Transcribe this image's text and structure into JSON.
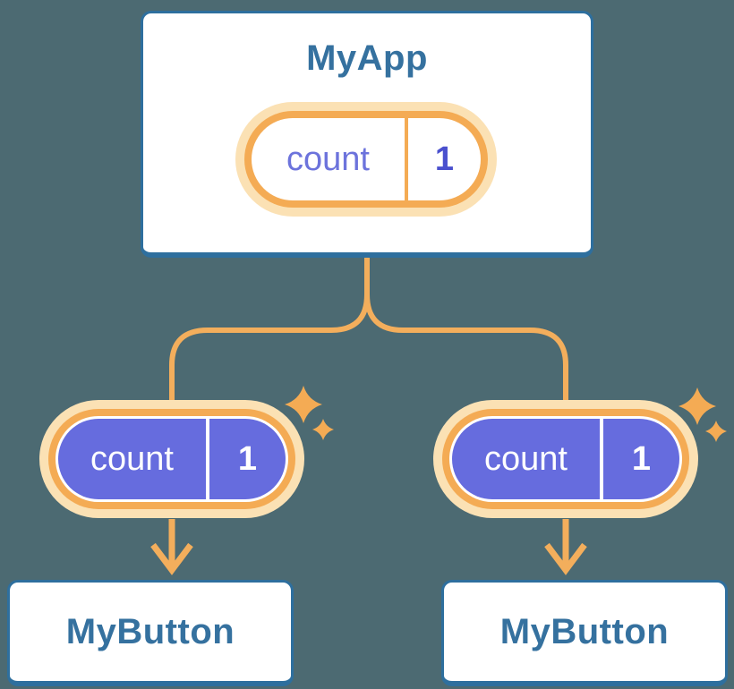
{
  "diagram": {
    "root": {
      "title": "MyApp",
      "state": {
        "name": "count",
        "value": "1"
      }
    },
    "children": [
      {
        "title": "MyButton",
        "prop": {
          "name": "count",
          "value": "1"
        }
      },
      {
        "title": "MyButton",
        "prop": {
          "name": "count",
          "value": "1"
        }
      }
    ]
  },
  "icons": {
    "sparkle": "✦",
    "arrow_down": "↓"
  },
  "colors": {
    "background": "#4C6A72",
    "card_bg": "#FFFFFF",
    "card_border": "#2E6F9E",
    "heading_text": "#35719F",
    "orange_line": "#F3AE5C",
    "orange_ring": "#F4AB54",
    "orange_halo": "#FBE1B4",
    "purple_fill": "#666CDE",
    "purple_label": "#6C73DC",
    "purple_value": "#4A50CE",
    "pill_text_light": "#FFFFFF"
  }
}
